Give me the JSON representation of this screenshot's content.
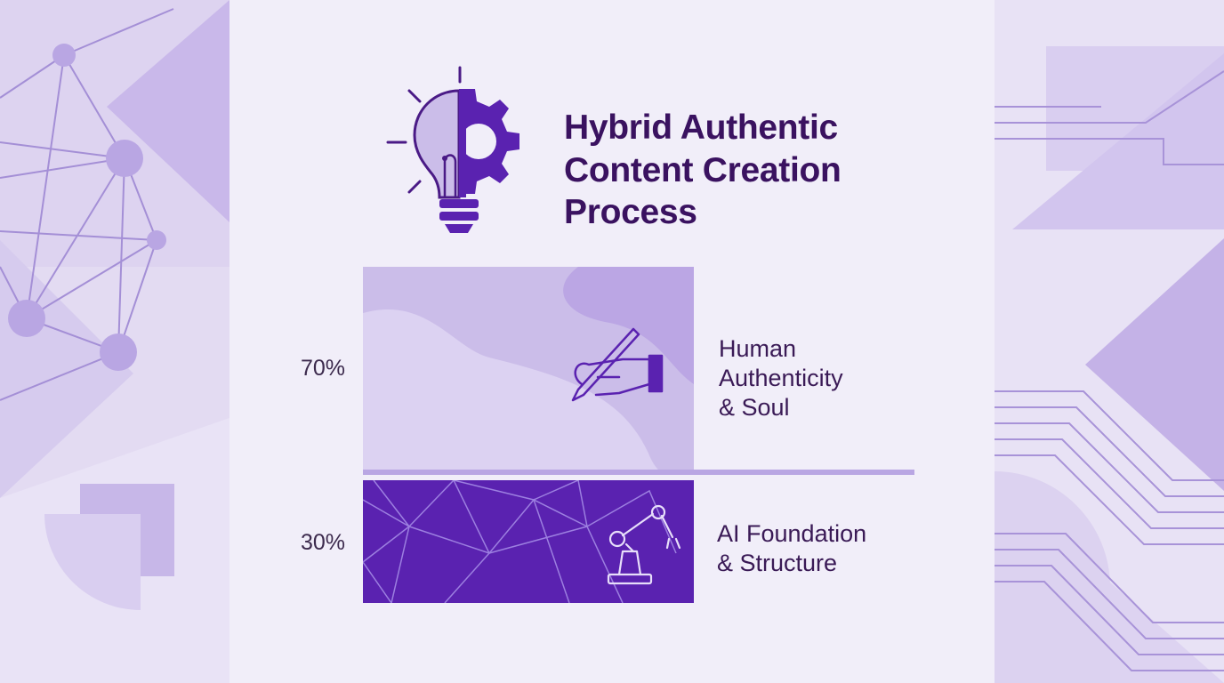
{
  "title": "Hybrid Authentic\nContent Creation\nProcess",
  "colors": {
    "accent_dark": "#5a22b0",
    "accent_light": "#cbbde9",
    "text_dark": "#3a1260",
    "background": "#f1eef9"
  },
  "icons": {
    "logo": "lightbulb-gear-icon",
    "human": "hand-writing-pen-icon",
    "ai": "robot-arm-icon"
  },
  "chart_data": {
    "type": "bar",
    "stacked": true,
    "categories": [
      "Human Authenticity & Soul",
      "AI Foundation & Structure"
    ],
    "values": [
      70,
      30
    ],
    "value_labels": [
      "70%",
      "30%"
    ],
    "labels": [
      "Human\nAuthenticity\n& Soul",
      "AI Foundation\n& Structure"
    ],
    "unit": "%",
    "ylim": [
      0,
      100
    ],
    "colors": [
      "#cbbde9",
      "#5a22b0"
    ]
  }
}
